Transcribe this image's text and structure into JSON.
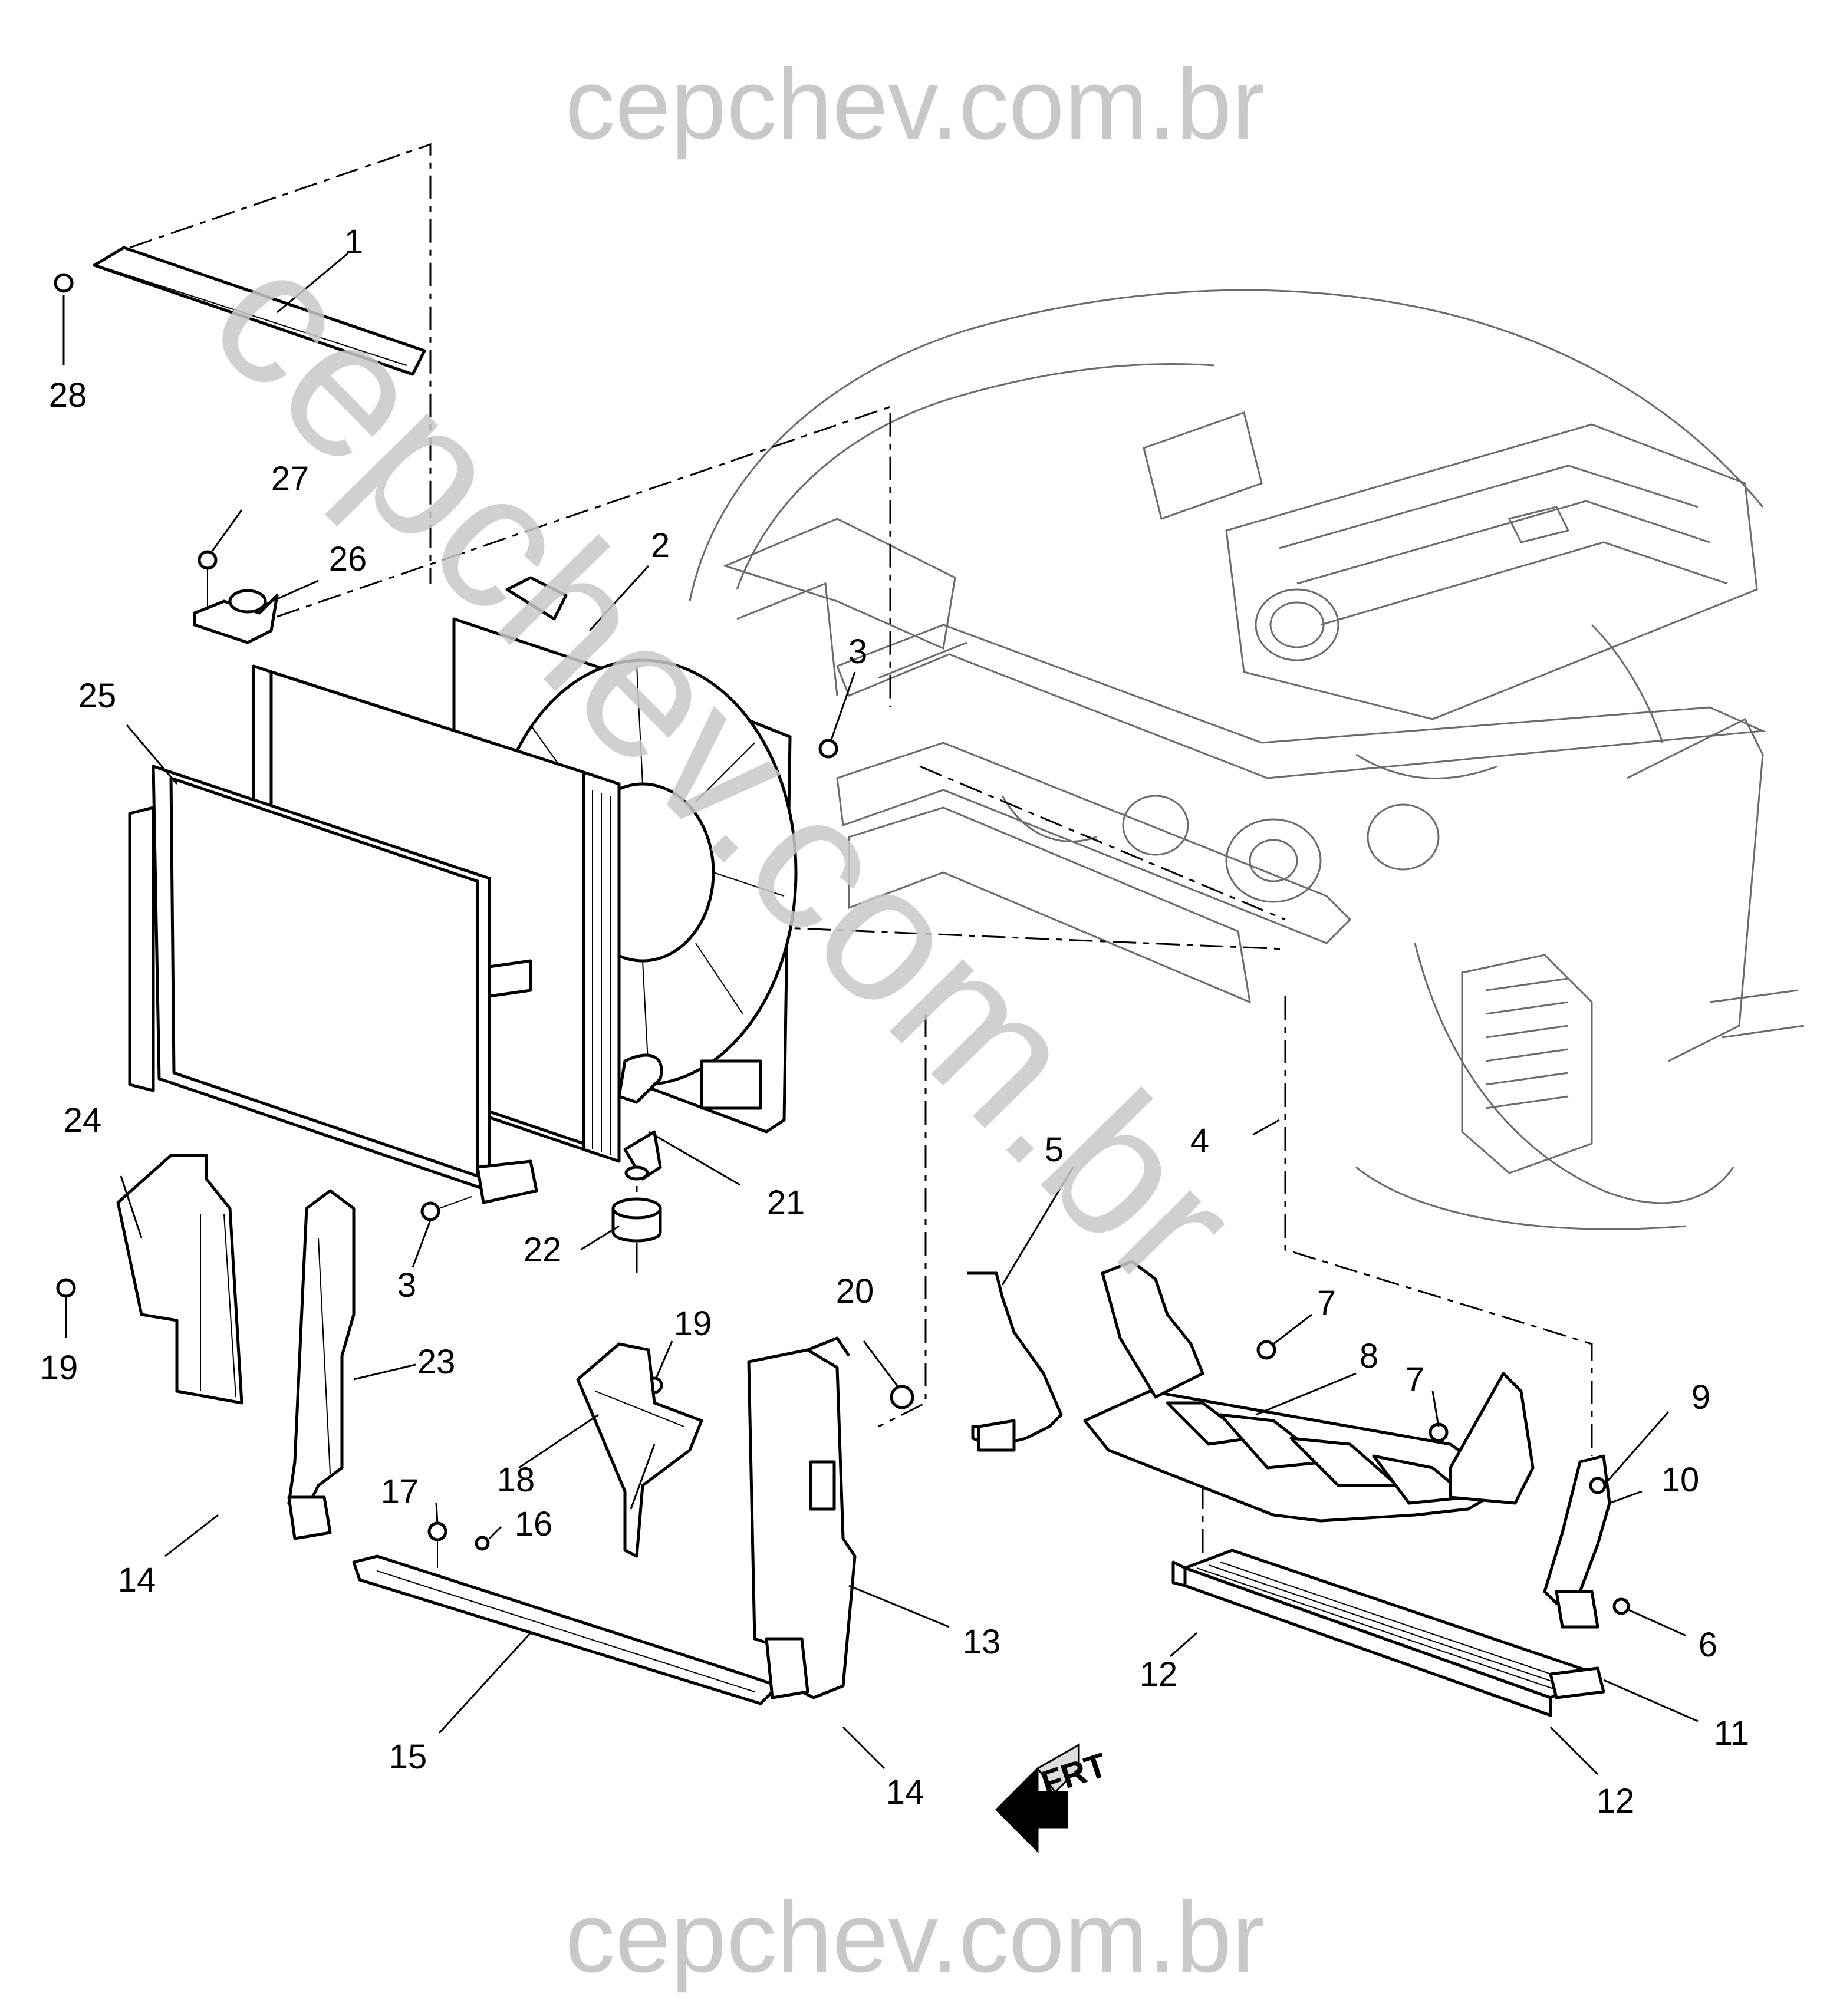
{
  "watermark": {
    "top": "cepchev.com.br",
    "bottom": "cepchev.com.br",
    "diagonal": "cepchev.com.br"
  },
  "direction_indicator": {
    "label": "FRT"
  },
  "callouts": [
    {
      "id": "1",
      "label": "1"
    },
    {
      "id": "2",
      "label": "2"
    },
    {
      "id": "3a",
      "label": "3"
    },
    {
      "id": "3b",
      "label": "3"
    },
    {
      "id": "4",
      "label": "4"
    },
    {
      "id": "5",
      "label": "5"
    },
    {
      "id": "6",
      "label": "6"
    },
    {
      "id": "7a",
      "label": "7"
    },
    {
      "id": "7b",
      "label": "7"
    },
    {
      "id": "8",
      "label": "8"
    },
    {
      "id": "9",
      "label": "9"
    },
    {
      "id": "10",
      "label": "10"
    },
    {
      "id": "11",
      "label": "11"
    },
    {
      "id": "12a",
      "label": "12"
    },
    {
      "id": "12b",
      "label": "12"
    },
    {
      "id": "13",
      "label": "13"
    },
    {
      "id": "14a",
      "label": "14"
    },
    {
      "id": "14b",
      "label": "14"
    },
    {
      "id": "15",
      "label": "15"
    },
    {
      "id": "16",
      "label": "16"
    },
    {
      "id": "17",
      "label": "17"
    },
    {
      "id": "18",
      "label": "18"
    },
    {
      "id": "19a",
      "label": "19"
    },
    {
      "id": "19b",
      "label": "19"
    },
    {
      "id": "20",
      "label": "20"
    },
    {
      "id": "21",
      "label": "21"
    },
    {
      "id": "22",
      "label": "22"
    },
    {
      "id": "23",
      "label": "23"
    },
    {
      "id": "24",
      "label": "24"
    },
    {
      "id": "25",
      "label": "25"
    },
    {
      "id": "26",
      "label": "26"
    },
    {
      "id": "27",
      "label": "27"
    },
    {
      "id": "28",
      "label": "28"
    }
  ]
}
